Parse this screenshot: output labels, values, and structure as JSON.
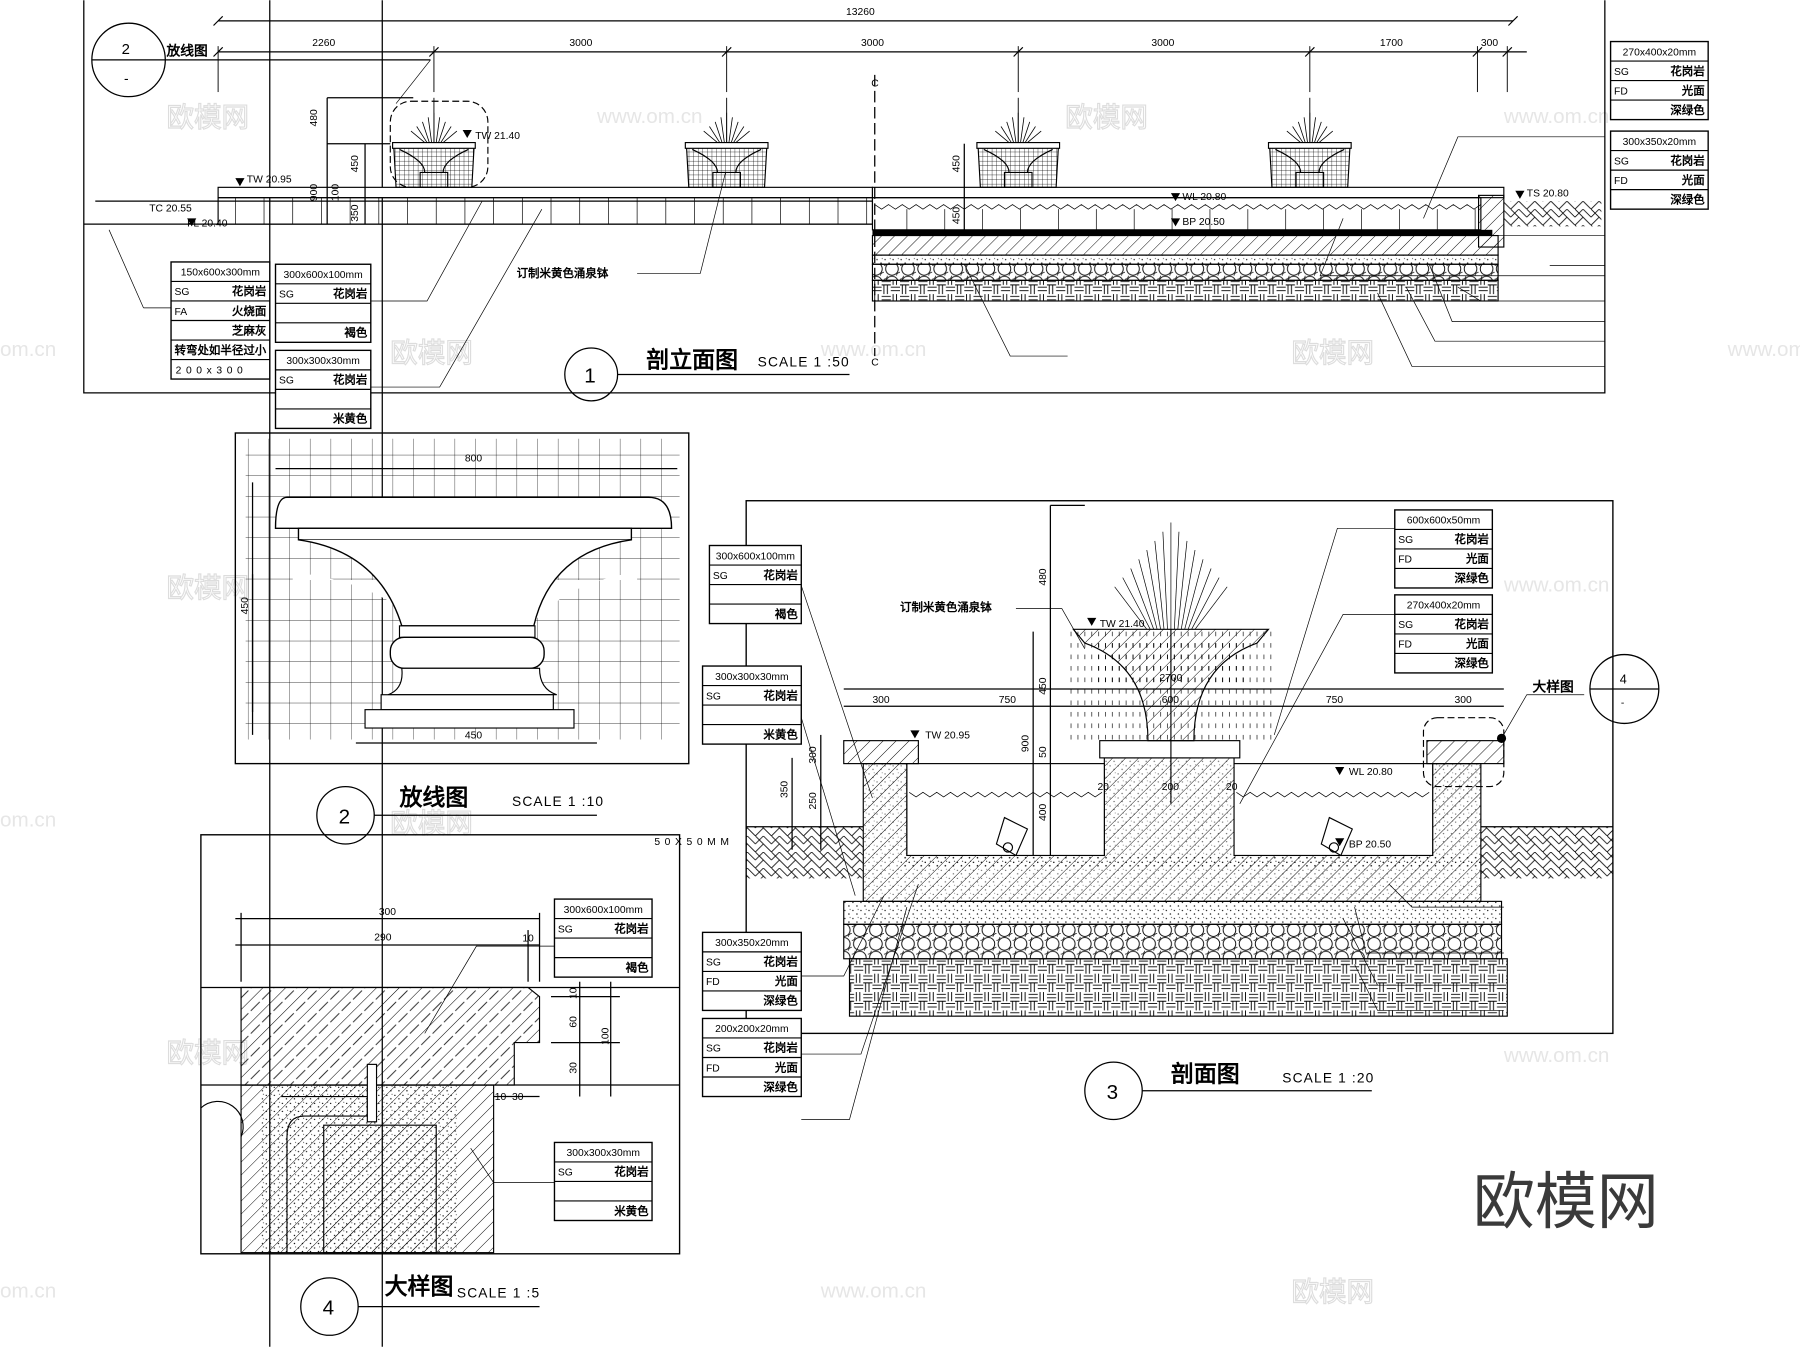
{
  "drawing1": {
    "title": "剖立面图",
    "scale": "SCALE 1 :50",
    "number": "1",
    "ref_number": "2",
    "ref_sub": "-",
    "ref_label": "放线图",
    "overall_dim": "13260",
    "dims": [
      "2260",
      "3000",
      "3000",
      "3000",
      "1700",
      "300"
    ],
    "vert_dims": [
      "480",
      "450",
      "900",
      "100",
      "350",
      "450",
      "450"
    ],
    "levels": {
      "tw1": "TW 21.40",
      "tw2": "TW 20.95",
      "tc": "TC 20.55",
      "fl": "FL 20.40",
      "wl": "WL 20.80",
      "bp": "BP 20.50",
      "ts": "TS 20.80"
    },
    "callout": "订制米黄色涌泉钵",
    "section_mark": "C"
  },
  "drawing2": {
    "title": "放线图",
    "scale": "SCALE 1 :10",
    "number": "2",
    "dim_top": "800",
    "dim_side": "450",
    "dim_bottom": "450"
  },
  "drawing3": {
    "title": "剖面图",
    "scale": "SCALE 1 :20",
    "number": "3",
    "callout": "订制米黄色涌泉钵",
    "detail_label": "大样图",
    "detail_number": "4",
    "detail_sub": "-",
    "dims": [
      "300",
      "750",
      "600",
      "750",
      "300",
      "2700"
    ],
    "vert_dims": [
      "480",
      "450",
      "900",
      "50",
      "400",
      "350",
      "250",
      "300",
      "200",
      "20",
      "20"
    ],
    "levels": {
      "tw1": "TW 21.40",
      "tw2": "TW 20.95",
      "wl": "WL 20.80",
      "bp": "BP 20.50"
    }
  },
  "drawing4": {
    "title": "大样图",
    "scale": "SCALE 1 :5",
    "number": "4",
    "grid_note": "50X50MM",
    "dims": [
      "300",
      "290",
      "10",
      "10",
      "60",
      "100",
      "30",
      "10",
      "30"
    ]
  },
  "tables": {
    "t1": {
      "size": "150x600x300mm",
      "rows": [
        [
          "SG",
          "花岗岩"
        ],
        [
          "FA",
          "火烧面"
        ],
        [
          "",
          "芝麻灰"
        ]
      ],
      "note": "转弯处如半径过小",
      "note2": "200x300"
    },
    "t2": {
      "size": "300x600x100mm",
      "rows": [
        [
          "SG",
          "花岗岩"
        ],
        [
          "",
          ""
        ],
        [
          "",
          "褐色"
        ]
      ]
    },
    "t3": {
      "size": "300x300x30mm",
      "rows": [
        [
          "SG",
          "花岗岩"
        ],
        [
          "",
          ""
        ],
        [
          "",
          "米黄色"
        ]
      ]
    },
    "t4": {
      "size": "270x400x20mm",
      "rows": [
        [
          "SG",
          "花岗岩"
        ],
        [
          "FD",
          "光面"
        ],
        [
          "",
          "深绿色"
        ]
      ]
    },
    "t5": {
      "size": "300x350x20mm",
      "rows": [
        [
          "SG",
          "花岗岩"
        ],
        [
          "FD",
          "光面"
        ],
        [
          "",
          "深绿色"
        ]
      ]
    },
    "t6": {
      "size": "300x600x100mm",
      "rows": [
        [
          "SG",
          "花岗岩"
        ],
        [
          "",
          ""
        ],
        [
          "",
          "褐色"
        ]
      ]
    },
    "t7": {
      "size": "300x300x30mm",
      "rows": [
        [
          "SG",
          "花岗岩"
        ],
        [
          "",
          ""
        ],
        [
          "",
          "米黄色"
        ]
      ]
    },
    "t8": {
      "size": "300x350x20mm",
      "rows": [
        [
          "SG",
          "花岗岩"
        ],
        [
          "FD",
          "光面"
        ],
        [
          "",
          "深绿色"
        ]
      ]
    },
    "t9": {
      "size": "200x200x20mm",
      "rows": [
        [
          "SG",
          "花岗岩"
        ],
        [
          "FD",
          "光面"
        ],
        [
          "",
          "深绿色"
        ]
      ]
    },
    "t10": {
      "size": "600x600x50mm",
      "rows": [
        [
          "SG",
          "花岗岩"
        ],
        [
          "FD",
          "光面"
        ],
        [
          "",
          "深绿色"
        ]
      ]
    },
    "t11": {
      "size": "270x400x20mm",
      "rows": [
        [
          "SG",
          "花岗岩"
        ],
        [
          "FD",
          "光面"
        ],
        [
          "",
          "深绿色"
        ]
      ]
    },
    "t12": {
      "size": "300x600x100mm",
      "rows": [
        [
          "SG",
          "花岗岩"
        ],
        [
          "",
          ""
        ],
        [
          "",
          "褐色"
        ]
      ]
    },
    "t13": {
      "size": "300x300x30mm",
      "rows": [
        [
          "SG",
          "花岗岩"
        ],
        [
          "",
          ""
        ],
        [
          "",
          "米黄色"
        ]
      ]
    }
  },
  "watermark": {
    "logo": "欧模网",
    "site": "www.om.cn",
    "site_short": "om.cn"
  }
}
